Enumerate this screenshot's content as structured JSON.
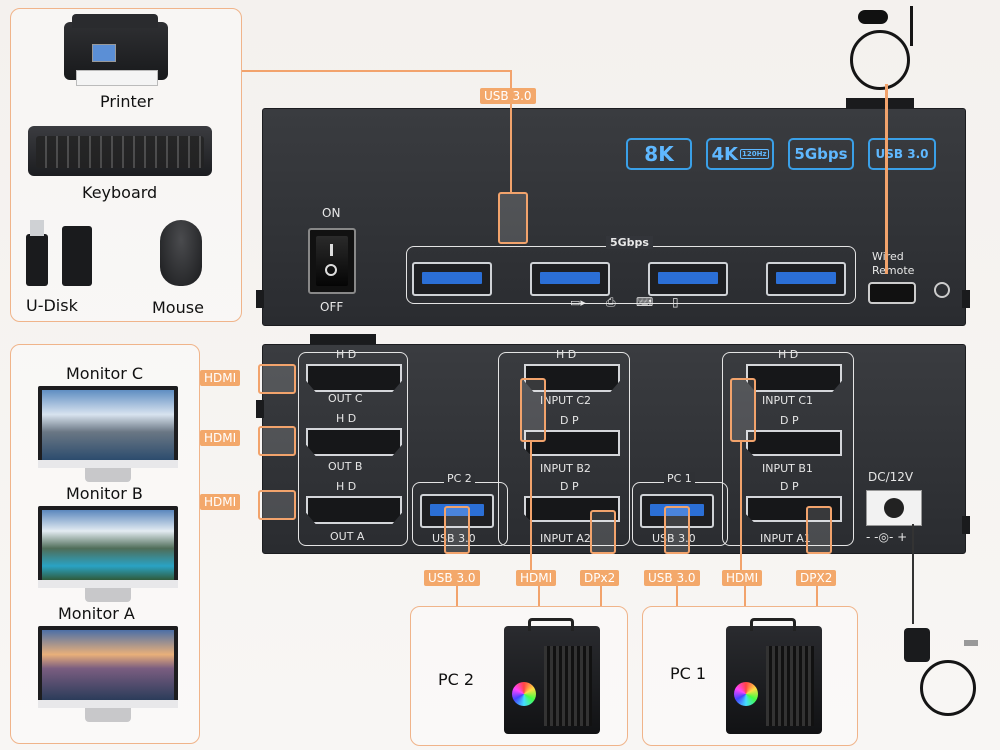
{
  "peripherals": {
    "printer": "Printer",
    "keyboard": "Keyboard",
    "udisk": "U-Disk",
    "mouse": "Mouse"
  },
  "monitors": {
    "c": "Monitor C",
    "b": "Monitor B",
    "a": "Monitor A"
  },
  "pcs": {
    "pc2": "PC 2",
    "pc1": "PC 1"
  },
  "top_panel": {
    "badges": [
      "8K",
      "4K",
      "120Hz",
      "5Gbps",
      "USB 3.0"
    ],
    "switch_on": "ON",
    "switch_off": "OFF",
    "usb_group_label": "5Gbps",
    "remote_label_1": "Wired",
    "remote_label_2": "Remote"
  },
  "bottom_panel": {
    "hd": "H D",
    "dp": "D P",
    "out_c": "OUT C",
    "out_b": "OUT B",
    "out_a": "OUT A",
    "input_c2": "INPUT C2",
    "input_b2": "INPUT B2",
    "input_a2": "INPUT A2",
    "input_c1": "INPUT C1",
    "input_b1": "INPUT B1",
    "input_a1": "INPUT A1",
    "pc2": "PC 2",
    "pc1": "PC 1",
    "usb30": "USB 3.0",
    "dc": "DC/12V"
  },
  "tags": {
    "usb_top": "USB 3.0",
    "hdmi": "HDMI",
    "usb30": "USB 3.0",
    "dpx2_left": "DPx2",
    "dpx2_right": "DPX2"
  },
  "colors": {
    "accent_orange": "#f2a36c",
    "badge_blue": "#3aa0e8",
    "device_dark": "#2e3034"
  }
}
